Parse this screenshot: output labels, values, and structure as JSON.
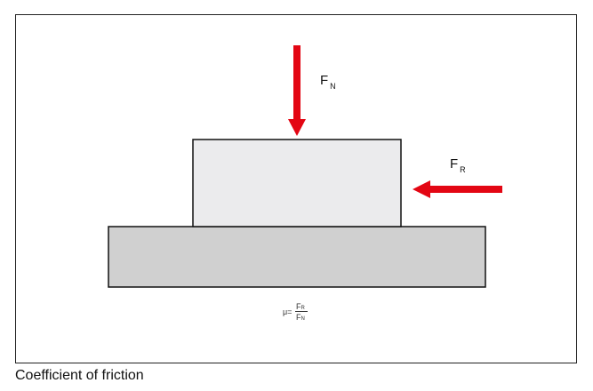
{
  "labels": {
    "fn_main": "F",
    "fn_sub": "N",
    "fr_main": "F",
    "fr_sub": "R"
  },
  "formula": {
    "mu": "μ=",
    "num": "F",
    "num_sub": "R",
    "den": "F",
    "den_sub": "N"
  },
  "caption": "Coefficient of friction",
  "colors": {
    "arrow": "#e30613",
    "block": "#ebebed",
    "base": "#d0d0d0"
  }
}
